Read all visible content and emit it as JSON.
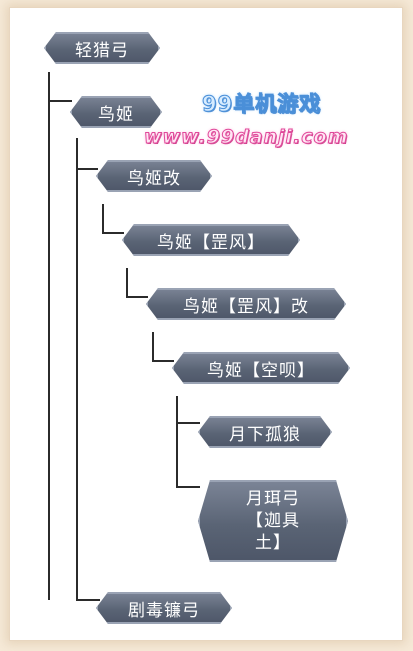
{
  "tree": {
    "root": "轻猎弓",
    "nodes": {
      "niaoji": "鸟姬",
      "niaoji_gai": "鸟姬改",
      "niaoji_zuifeng": "鸟姬【罡风】",
      "niaoji_zuifeng_gai": "鸟姬【罡风】改",
      "niaoji_kongbei": "鸟姬【空呗】",
      "yuexia_gulang": "月下孤狼",
      "yuejue_line1": "月珥弓",
      "yuejue_line2": "【迦具",
      "yuejue_line3": "土】",
      "judu_liangong": "剧毒镰弓"
    }
  },
  "watermark": {
    "line1": "99单机游戏",
    "line2": "www.99danji.com"
  }
}
